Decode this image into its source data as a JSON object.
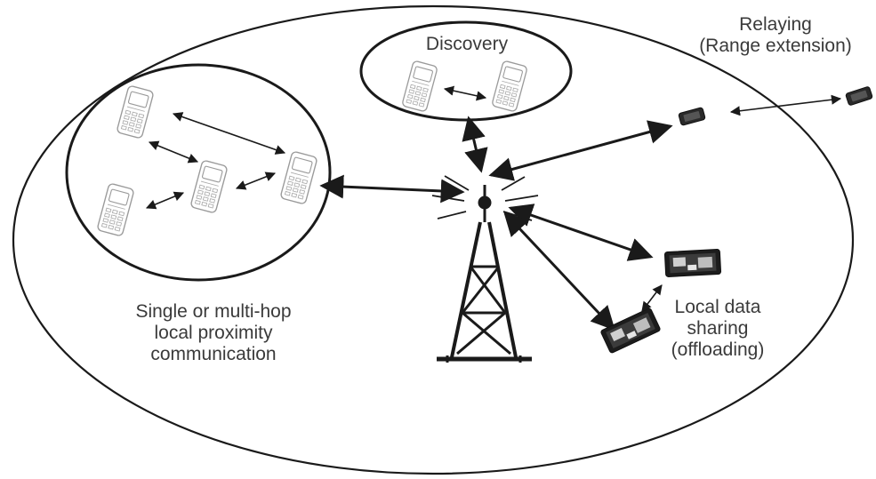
{
  "labels": {
    "discovery": "Discovery",
    "relaying": [
      "Relaying",
      "(Range extension)"
    ],
    "single_hop": [
      "Single or multi-hop",
      "local proximity",
      "communication"
    ],
    "local_sharing": [
      "Local data",
      "sharing",
      "(offloading)"
    ]
  },
  "icons": {
    "feature_phone": "feature-phone-icon",
    "tower": "cell-tower-icon",
    "relay_device": "relay-device-icon",
    "tablet": "tablet-icon"
  },
  "colors": {
    "stroke": "#1a1a1a",
    "phone_stroke": "#9a9a9a",
    "text": "#3a3a3a"
  }
}
